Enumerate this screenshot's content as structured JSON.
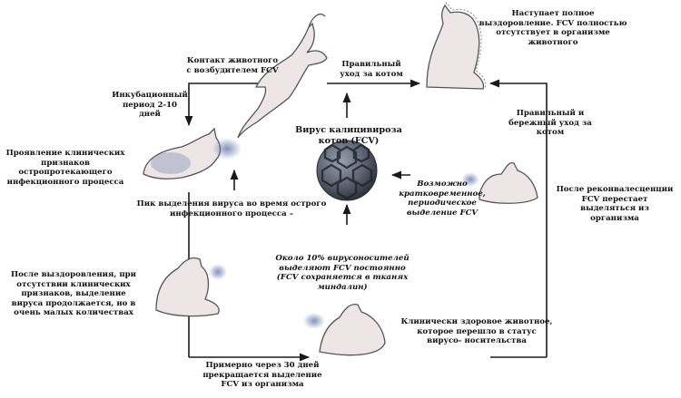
{
  "colors": {
    "line": "#1a1a1a",
    "cat_fill": "#ede5e6",
    "cat_stroke": "#555",
    "virus": "#5a6070",
    "spray": "#6e7da8",
    "aura": "#888"
  },
  "center": {
    "title": "Вирус калицивироза котов (FCV)"
  },
  "labels": {
    "recovery": "Наступает полное выздоровление. FCV полностью отсутствует в организме животного",
    "contact": "Контакт животного с возбудителем FCV",
    "care_top": "Правильный уход за котом",
    "incubation": "Инкубационный период 2-10 дней",
    "care_right": "Правильный и бережный уход за котом",
    "clinical": "Проявление клинических признаков остропротекающего инфекционного процесса",
    "possible": "Возможно кратковременное, периодическое выделение FCV",
    "peak": "Пик выделения вируса во время острого инфекционного процесса –",
    "convalescence": "После реконвалесценции FCV перестает выделяться из организма",
    "carriers": "Около 10% вирусоносителей выделяют FCV постоянно (FCV сохраняется в тканях миндалин)",
    "after_recovery": "После выздоровления, при отсутствии клинических признаков, выделение вируса продолжается, но в очень малых количествах",
    "healthy_carrier": "Клинически здоровое животное, которое перешло в статус вирусо- носительства",
    "thirty_days": "Примерно через 30 дней прекращается выделение FCV из организма"
  },
  "icons": [
    "jumping-cat",
    "sitting-cat",
    "sick-cat",
    "resting-cat",
    "shedding-cat",
    "carrier-cat",
    "calicivirus-particle"
  ]
}
